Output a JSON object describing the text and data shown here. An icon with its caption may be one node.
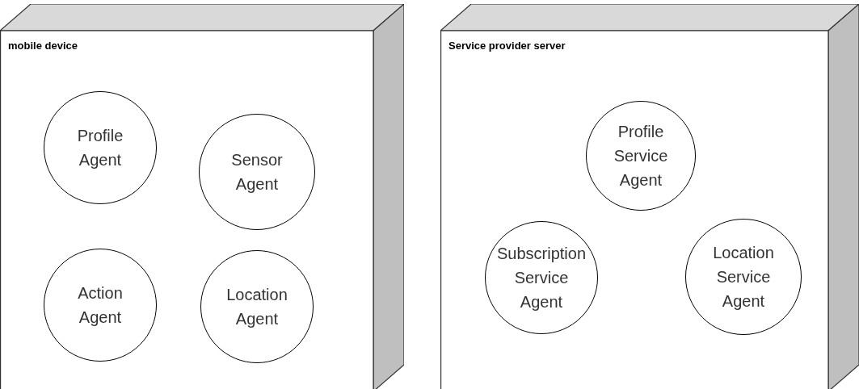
{
  "diagram": {
    "nodes": [
      {
        "text": [
          "mobile device"
        ]
      },
      {
        "text": [
          "Profile Agent"
        ],
        "in": 0
      },
      {
        "text": [
          "Sensor Agent"
        ],
        "in": 0
      },
      {
        "text": [
          "Action Agent"
        ],
        "in": 0
      },
      {
        "text": [
          "Location Agent"
        ],
        "in": 0
      },
      {
        "text": [
          "Service provider server"
        ]
      },
      {
        "text": [
          "Profile Service Agent"
        ],
        "in": 5
      },
      {
        "text": [
          "Subscription Service Agent"
        ],
        "in": 5
      },
      {
        "text": [
          "Location Service Agent"
        ],
        "in": 5
      }
    ]
  }
}
